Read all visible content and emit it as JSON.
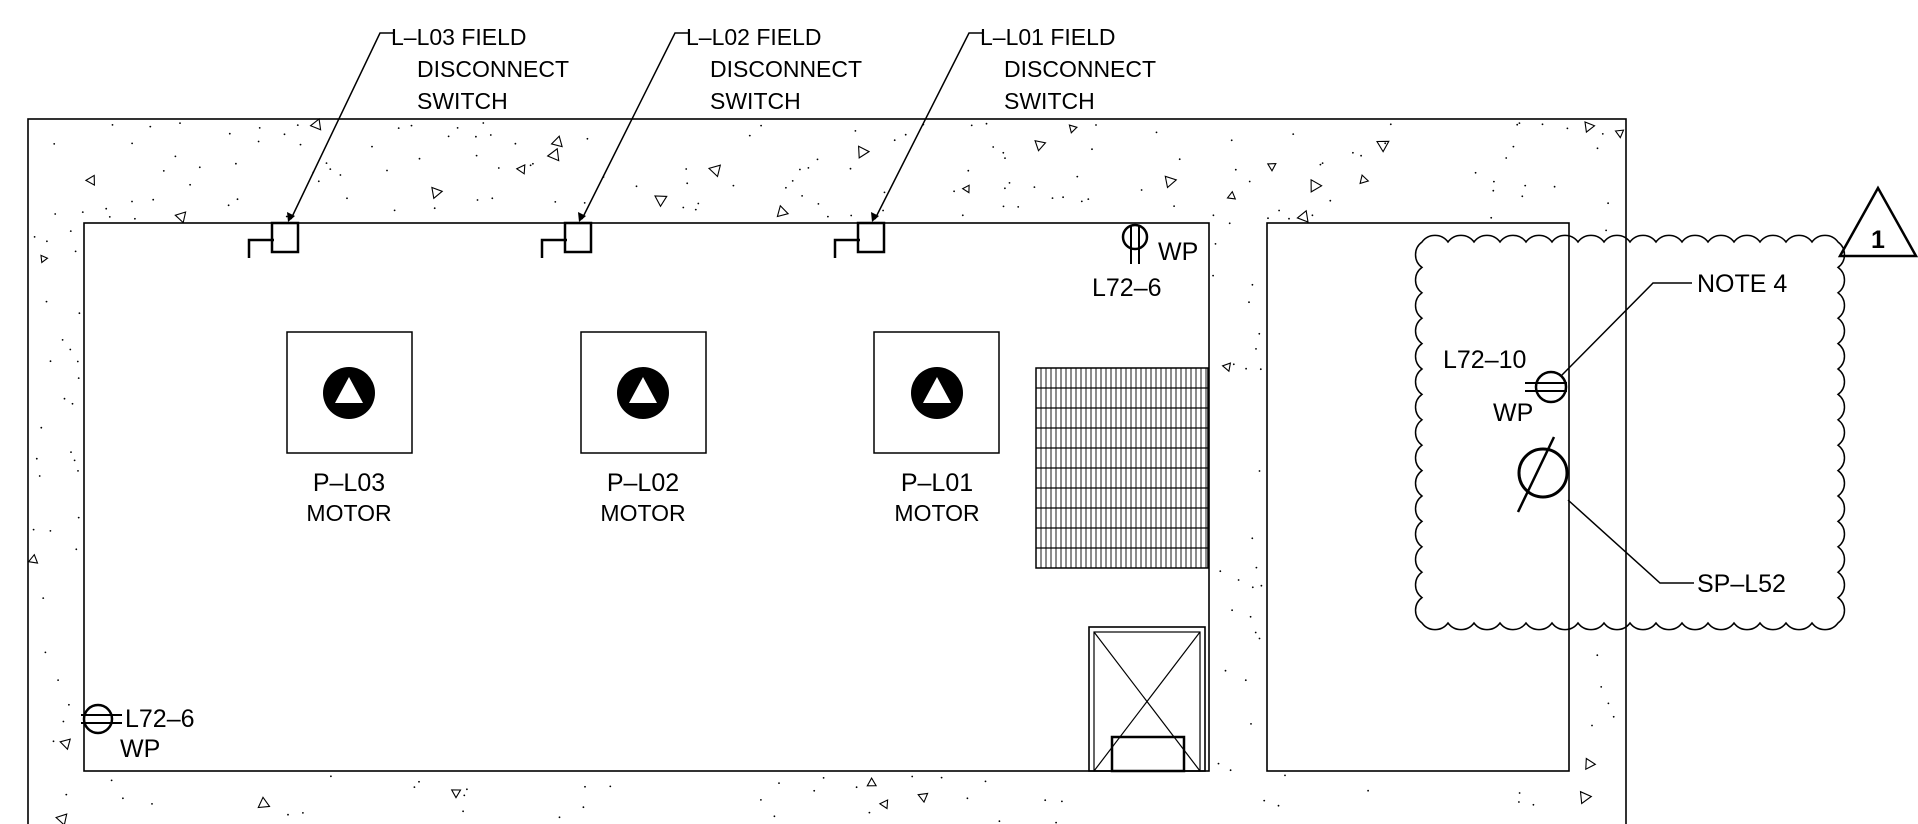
{
  "callouts": {
    "l_l03": {
      "line1": "L–L03  FIELD",
      "line2": "DISCONNECT",
      "line3": "SWITCH"
    },
    "l_l02": {
      "line1": "L–L02  FIELD",
      "line2": "DISCONNECT",
      "line3": "SWITCH"
    },
    "l_l01": {
      "line1": "L–L01  FIELD",
      "line2": "DISCONNECT",
      "line3": "SWITCH"
    }
  },
  "motors": [
    {
      "line1": "P–L03",
      "line2": "MOTOR"
    },
    {
      "line1": "P–L02",
      "line2": "MOTOR"
    },
    {
      "line1": "P–L01",
      "line2": "MOTOR"
    }
  ],
  "receptacles": {
    "top_right": {
      "circuit": "L72–6",
      "tag": "WP"
    },
    "bottom_left": {
      "circuit": "L72–6",
      "tag": "WP"
    },
    "revision_area": {
      "circuit": "L72–10",
      "tag": "WP"
    }
  },
  "revision": {
    "number": "1",
    "note": "NOTE 4",
    "equipment": "SP–L52"
  }
}
